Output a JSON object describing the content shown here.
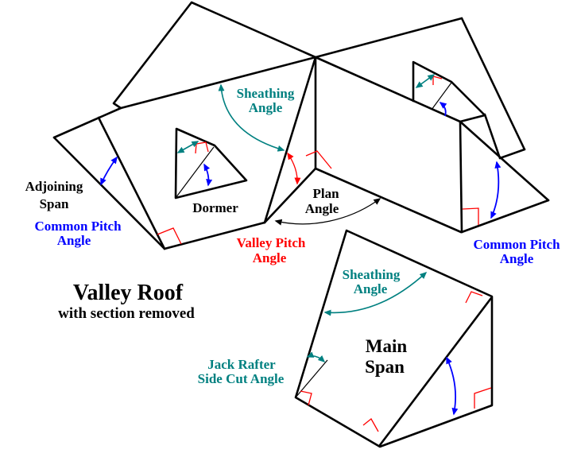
{
  "title": "Valley Roof",
  "subtitle": "with section removed",
  "colors": {
    "black": "#000000",
    "red": "#FF0000",
    "blue": "#0000FF",
    "teal": "#008080",
    "background": "#FFFFFF"
  },
  "labels": {
    "sheathing_top": {
      "line1": "Sheathing",
      "line2": "Angle"
    },
    "adjoining_span": {
      "line1": "Adjoining",
      "line2": "Span"
    },
    "common_pitch_left": {
      "line1": "Common Pitch",
      "line2": "Angle"
    },
    "dormer": {
      "line1": "Dormer"
    },
    "valley_pitch": {
      "line1": "Valley Pitch",
      "line2": "Angle"
    },
    "plan_angle": {
      "line1": "Plan",
      "line2": "Angle"
    },
    "common_pitch_right": {
      "line1": "Common Pitch",
      "line2": "Angle"
    },
    "sheathing_main": {
      "line1": "Sheathing",
      "line2": "Angle"
    },
    "main_span": {
      "line1": "Main",
      "line2": "Span"
    },
    "jack_rafter": {
      "line1": "Jack Rafter",
      "line2": "Side Cut Angle"
    }
  }
}
